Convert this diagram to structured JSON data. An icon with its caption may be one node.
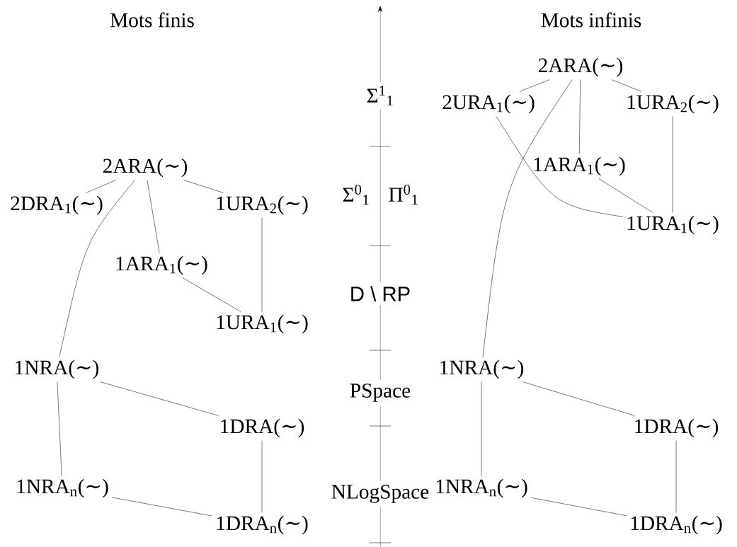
{
  "diagram": {
    "nodes": [
      {
        "text": [
          "2ARA(∼)"
        ]
      },
      {
        "text": [
          "2DRA$_{1}$(∼)"
        ]
      },
      {
        "text": [
          "1URA$_{2}$(∼)"
        ]
      },
      {
        "text": [
          "1ARA$_{1}$(∼)"
        ]
      },
      {
        "text": [
          "1URA$_{1}$(∼)"
        ]
      },
      {
        "text": [
          "1NRA(∼)"
        ]
      },
      {
        "text": [
          "1DRA(∼)"
        ]
      },
      {
        "text": [
          "1NRA$_{n}$(∼)"
        ]
      },
      {
        "text": [
          "1DRA$_{n}$(∼)"
        ]
      },
      {
        "text": [
          "2ARA(∼)"
        ]
      },
      {
        "text": [
          "2URA$_{1}$(∼)"
        ]
      },
      {
        "text": [
          "1URA$_{2}$(∼)"
        ]
      },
      {
        "text": [
          "1ARA$_{1}$(∼)"
        ]
      },
      {
        "text": [
          "1URA$_{1}$(∼)"
        ]
      },
      {
        "text": [
          "1NRA(∼)"
        ]
      },
      {
        "text": [
          "1DRA(∼)"
        ]
      },
      {
        "text": [
          "1NRA$_{n}$(∼)"
        ]
      },
      {
        "text": [
          "1DRA$_{n}$(∼)"
        ]
      }
    ],
    "edges": [
      {
        "from": 0,
        "to": 1,
        "arrow": "none"
      },
      {
        "from": 0,
        "to": 3,
        "arrow": "none"
      },
      {
        "from": 0,
        "to": 2,
        "arrow": "none"
      },
      {
        "from": 0,
        "to": 5,
        "arrow": "none"
      },
      {
        "from": 2,
        "to": 4,
        "arrow": "none"
      },
      {
        "from": 3,
        "to": 4,
        "arrow": "none"
      },
      {
        "from": 5,
        "to": 6,
        "arrow": "none"
      },
      {
        "from": 5,
        "to": 7,
        "arrow": "none"
      },
      {
        "from": 6,
        "to": 8,
        "arrow": "none"
      },
      {
        "from": 7,
        "to": 8,
        "arrow": "none"
      },
      {
        "from": 9,
        "to": 10,
        "arrow": "none"
      },
      {
        "from": 9,
        "to": 12,
        "arrow": "none"
      },
      {
        "from": 9,
        "to": 11,
        "arrow": "none"
      },
      {
        "from": 9,
        "to": 14,
        "arrow": "none"
      },
      {
        "from": 10,
        "to": 13,
        "arrow": "none"
      },
      {
        "from": 11,
        "to": 13,
        "arrow": "none"
      },
      {
        "from": 12,
        "to": 13,
        "arrow": "none"
      },
      {
        "from": 14,
        "to": 15,
        "arrow": "none"
      },
      {
        "from": 14,
        "to": 16,
        "arrow": "none"
      },
      {
        "from": 15,
        "to": 17,
        "arrow": "none"
      },
      {
        "from": 16,
        "to": 17,
        "arrow": "none"
      }
    ],
    "labels": [
      "Mots finis",
      "Mots infinis",
      "Σ$^{1}$$_{1}$",
      "Σ$^{0}$$_{1}$",
      "Π$^{0}$$_{1}$",
      "D \\ RP",
      "PSpace",
      "NLogSpace"
    ]
  }
}
